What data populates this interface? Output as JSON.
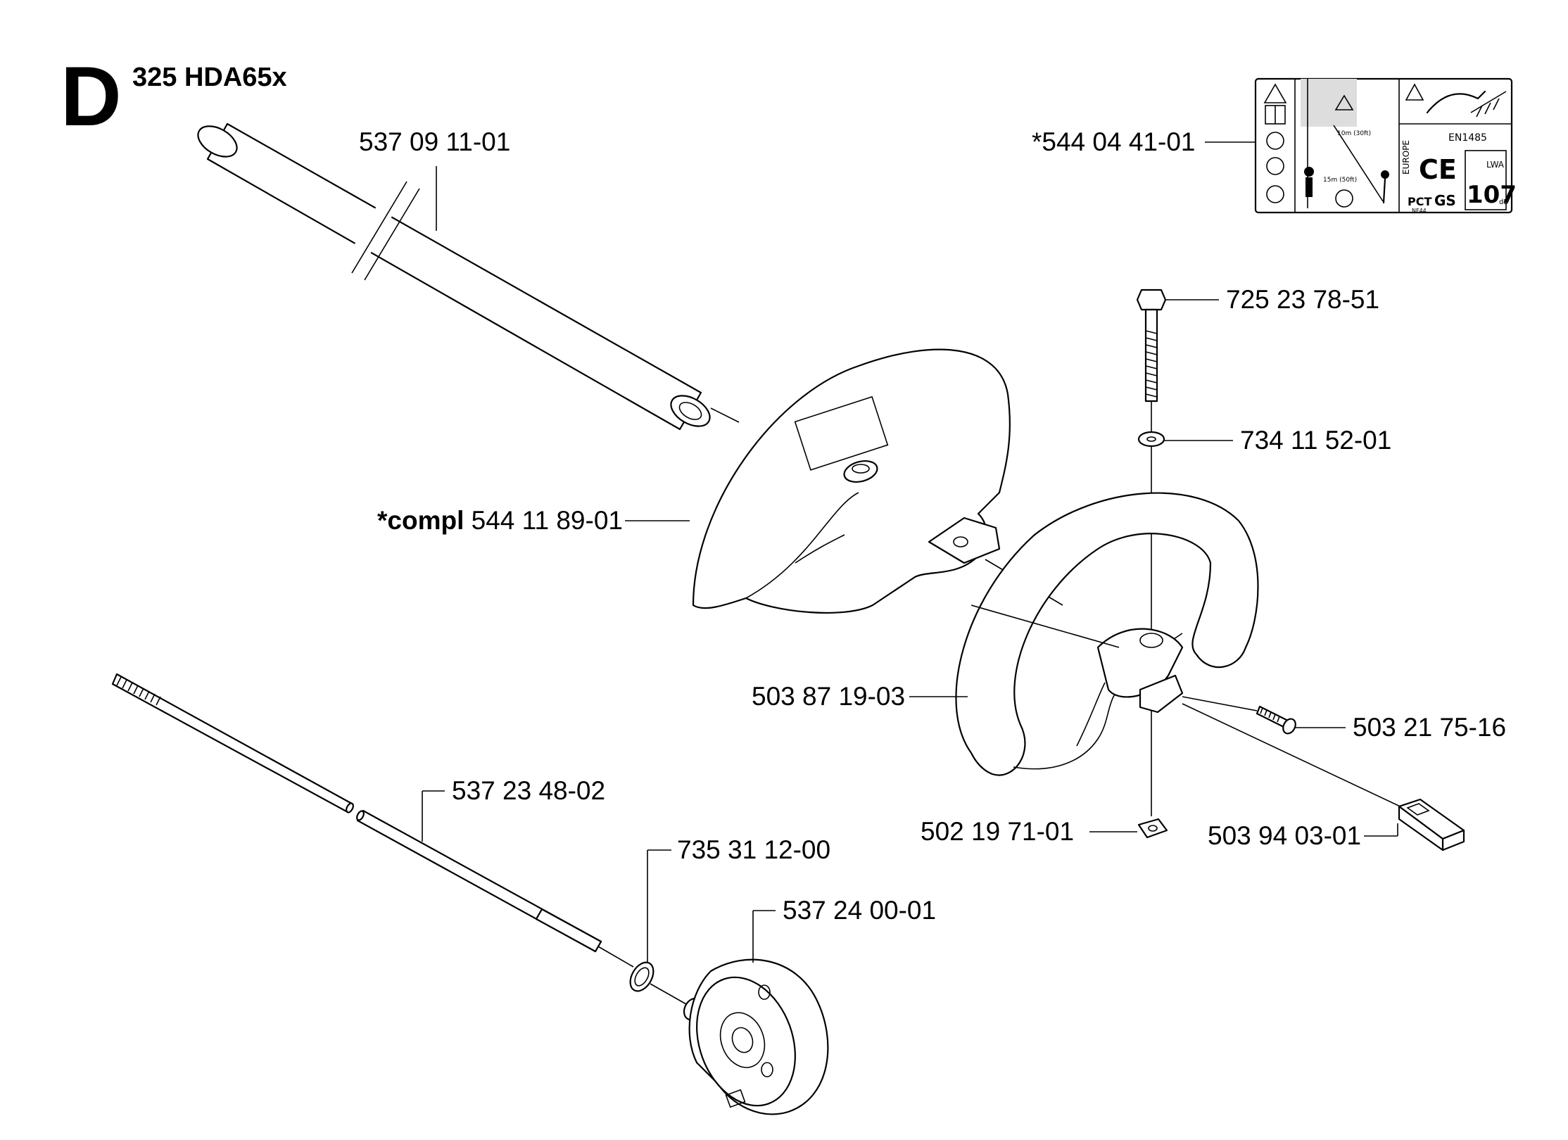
{
  "sheet": {
    "letter": "D",
    "model": "325 HDA65x"
  },
  "parts": {
    "tube": "537 09 11-01",
    "decal": "*544 04 41-01",
    "bolt": "725 23 78-51",
    "washer": "734 11 52-01",
    "guard_prefix": "*compl",
    "guard_number": " 544 11 89-01",
    "handle": "503 87 19-03",
    "screw": "503 21 75-16",
    "nut": "502 19 71-01",
    "clip": "503 94 03-01",
    "drive_shaft": "537 23 48-02",
    "o_ring": "735 31 12-00",
    "clutch_drum": "537 24 00-01"
  },
  "decal_label": {
    "standard": "EN1485",
    "region": "EUROPE",
    "mark_ce": "CE",
    "mark_gs": "GS",
    "mark_pct": "PCT",
    "sound_unit": "LWA",
    "sound_level": "107",
    "sound_suffix": "dB",
    "distance_top": "10m (30ft)",
    "distance_bottom": "15m (50ft)",
    "code": "NF44"
  }
}
